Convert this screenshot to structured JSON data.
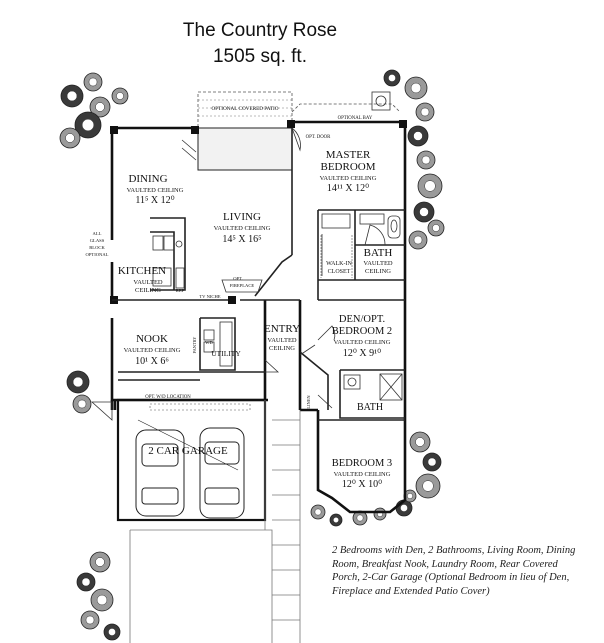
{
  "title": "The Country Rose",
  "subtitle": "1505 sq. ft.",
  "rooms": {
    "dining": {
      "name": "DINING",
      "ceiling": "VAULTED CEILING",
      "dims": "11⁵ X 12⁰"
    },
    "living": {
      "name": "LIVING",
      "ceiling": "VAULTED CEILING",
      "dims": "14⁵ X 16⁵"
    },
    "master": {
      "name1": "MASTER",
      "name2": "BEDROOM",
      "ceiling": "VAULTED CEILING",
      "dims": "14¹¹ X 12⁰"
    },
    "kitchen": {
      "name": "KITCHEN",
      "ceiling1": "VAULTED",
      "ceiling2": "CEILING"
    },
    "bath1": {
      "name": "BATH",
      "ceiling1": "VAULTED",
      "ceiling2": "CEILING"
    },
    "closet": {
      "name1": "WALK-IN",
      "name2": "CLOSET"
    },
    "den": {
      "name1": "DEN/OPT.",
      "name2": "BEDROOM 2",
      "ceiling": "VAULTED CEILING",
      "dims": "12⁰ X 9¹⁰"
    },
    "nook": {
      "name": "NOOK",
      "ceiling": "VAULTED CEILING",
      "dims": "10¹ X 6⁶"
    },
    "entry": {
      "name": "ENTRY",
      "ceiling1": "VAULTED",
      "ceiling2": "CEILING"
    },
    "utility": {
      "name": "UTILITY"
    },
    "bath2": {
      "name": "BATH"
    },
    "garage": {
      "name": "2 CAR GARAGE"
    },
    "bedroom3": {
      "name": "BEDROOM 3",
      "ceiling": "VAULTED CEILING",
      "dims": "12⁰ X 10⁰"
    }
  },
  "notes": {
    "patio": "OPTIONAL COVERED PATIO",
    "bay": "OPTIONAL BAY",
    "door": "OPT. DOOR",
    "glass1": "ALL",
    "glass2": "GLASS",
    "glass3": "BLOCK",
    "glass4": "OPTIONAL",
    "fireplace1": "OPT.",
    "fireplace2": "FIREPLACE",
    "tv": "TV NICHE",
    "wd": "OPT. W/D LOCATION",
    "linen": "LINEN",
    "wd_short": "WD",
    "pantry": "PANTRY",
    "ref": "REF"
  },
  "caption": "2 Bedrooms with Den, 2 Bathrooms, Living Room, Dining Room, Breakfast Nook, Laundry Room, Rear Covered Porch, 2-Car Garage (Optional Bedroom in lieu of Den, Fireplace and Extended Patio Cover)"
}
